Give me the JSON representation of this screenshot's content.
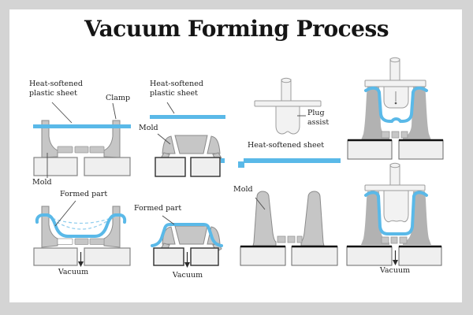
{
  "title": "Vacuum Forming Process",
  "labels": {
    "female_sheet": "Heat-softened\nplastic sheet",
    "female_clamp": "Clamp",
    "female_mold": "Mold",
    "female_formed": "Formed part",
    "female_vacuum": "Vacuum",
    "male_sheet": "Heat-softened\nplastic sheet",
    "male_mold": "Mold",
    "male_formed": "Formed part",
    "male_vacuum": "Vacuum",
    "plug_assist": "Plug\nassist",
    "plug_sheet": "Heat-softened sheet",
    "deep_mold": "Mold",
    "plug_vacuum": "Vacuum"
  },
  "colors": {
    "background": "#d4d4d4",
    "panel": "#ffffff",
    "sheet_blue": "#5ab9e8",
    "mold_gray": "#c6c6c6",
    "mold_dark_gray": "#b2b2b2",
    "block_fill": "#efefef",
    "text": "#1d1d1d"
  }
}
